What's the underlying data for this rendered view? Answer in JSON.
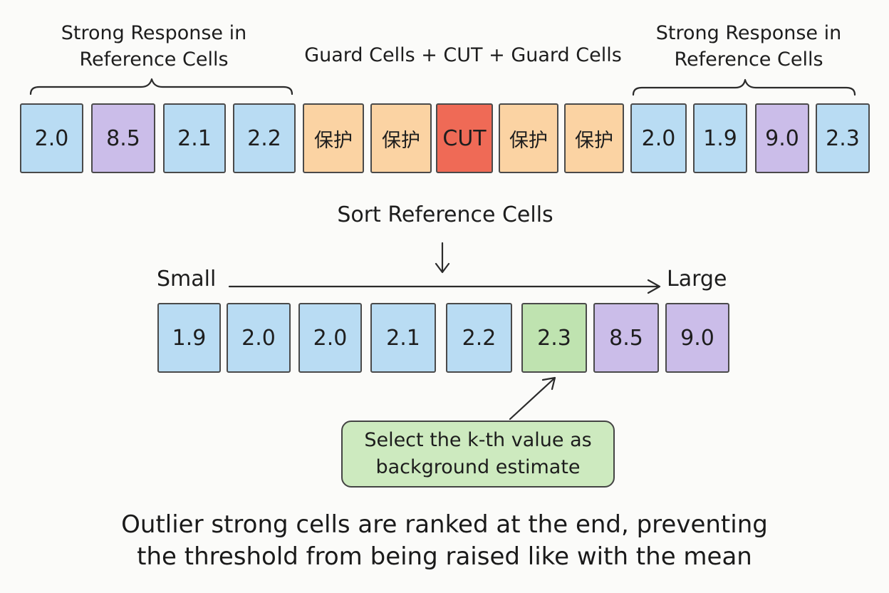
{
  "labels": {
    "left_group": [
      "Strong Response in",
      "Reference Cells"
    ],
    "middle_group": "Guard Cells + CUT + Guard Cells",
    "right_group": [
      "Strong Response in",
      "Reference Cells"
    ],
    "sort_step": "Sort Reference Cells",
    "small": "Small",
    "large": "Large"
  },
  "top_row": [
    {
      "text": "2.0",
      "kind": "reference",
      "color": "#b9dcf3"
    },
    {
      "text": "8.5",
      "kind": "strong",
      "color": "#cbbde9"
    },
    {
      "text": "2.1",
      "kind": "reference",
      "color": "#b9dcf3"
    },
    {
      "text": "2.2",
      "kind": "reference",
      "color": "#b9dcf3"
    },
    {
      "text": "保护",
      "kind": "guard",
      "color": "#fbd3a3"
    },
    {
      "text": "保护",
      "kind": "guard",
      "color": "#fbd3a3"
    },
    {
      "text": "CUT",
      "kind": "cut",
      "color": "#ef6a56"
    },
    {
      "text": "保护",
      "kind": "guard",
      "color": "#fbd3a3"
    },
    {
      "text": "保护",
      "kind": "guard",
      "color": "#fbd3a3"
    },
    {
      "text": "2.0",
      "kind": "reference",
      "color": "#b9dcf3"
    },
    {
      "text": "1.9",
      "kind": "reference",
      "color": "#b9dcf3"
    },
    {
      "text": "9.0",
      "kind": "strong",
      "color": "#cbbde9"
    },
    {
      "text": "2.3",
      "kind": "reference",
      "color": "#b9dcf3"
    }
  ],
  "sorted_row": [
    {
      "text": "1.9",
      "kind": "reference",
      "color": "#b9dcf3"
    },
    {
      "text": "2.0",
      "kind": "reference",
      "color": "#b9dcf3"
    },
    {
      "text": "2.0",
      "kind": "reference",
      "color": "#b9dcf3"
    },
    {
      "text": "2.1",
      "kind": "reference",
      "color": "#b9dcf3"
    },
    {
      "text": "2.2",
      "kind": "reference",
      "color": "#b9dcf3"
    },
    {
      "text": "2.3",
      "kind": "selected",
      "color": "#bfe3b0"
    },
    {
      "text": "8.5",
      "kind": "strong",
      "color": "#cbbde9"
    },
    {
      "text": "9.0",
      "kind": "strong",
      "color": "#cbbde9"
    }
  ],
  "callout": [
    "Select the k-th value as",
    "background estimate"
  ],
  "note": [
    "Outlier strong cells are ranked at the end, preventing",
    "the threshold from being raised like with the mean"
  ]
}
